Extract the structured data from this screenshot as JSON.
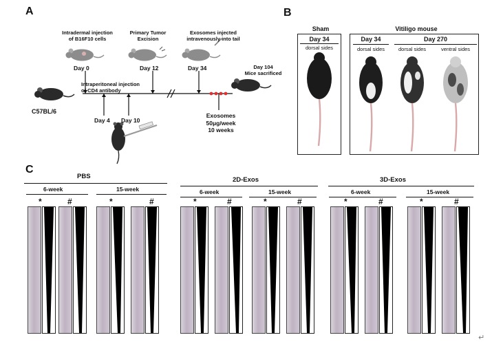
{
  "panel_a": {
    "letter": "A",
    "strain": "C57BL/6",
    "step_injection": "Intradermal injection\nof B16F10 cells",
    "step_excision": "Primary Tumor\nExcision",
    "step_exosomes": "Exosomes injected\nintravenously into tail",
    "step_sacrifice": "Day 104\nMice sacrificed",
    "step_antibody": "Intraperitoneal injection\nof CD4 antibody",
    "day0": "Day 0",
    "day12": "Day 12",
    "day34": "Day 34",
    "day4": "Day 4",
    "day10": "Day 10",
    "exosome_dose": "Exosomes\n50μg/week\n10 weeks"
  },
  "panel_b": {
    "letter": "B",
    "sham_title": "Sham",
    "vitiligo_title": "Vitiligo mouse",
    "sham_day": "Day 34",
    "sham_side": "dorsal sides",
    "vit_day34": "Day 34",
    "vit_day34_side": "dorsal sides",
    "vit_day270": "Day 270",
    "vit_dorsal": "dorsal sides",
    "vit_ventral": "ventral sides"
  },
  "panel_c": {
    "letter": "C",
    "groups": [
      {
        "name": "PBS",
        "sub": [
          "6-week",
          "15-week"
        ]
      },
      {
        "name": "2D-Exos",
        "sub": [
          "6-week",
          "15-week"
        ]
      },
      {
        "name": "3D-Exos",
        "sub": [
          "6-week",
          "15-week"
        ]
      }
    ],
    "star": "*",
    "hash": "#"
  },
  "colors": {
    "mouse_black": "#2a2a2a",
    "mouse_grey": "#8c8c8c",
    "timeline_red": "#e03030",
    "tail_pink": "#c8b6c6"
  },
  "return_glyph": "↵"
}
